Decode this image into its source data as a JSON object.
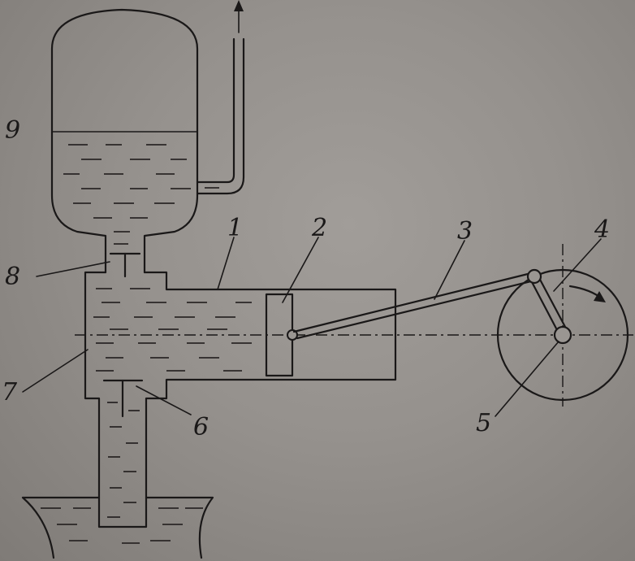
{
  "labels": {
    "air_vessel": "9",
    "delivery_valve": "8",
    "cylinder": "1",
    "piston": "2",
    "connecting_rod": "3",
    "crank": "4",
    "crank_center": "5",
    "suction_valve": "6",
    "pump_chamber": "7"
  },
  "colors": {
    "ink": "#1a1818",
    "paper": "#9a9692"
  }
}
